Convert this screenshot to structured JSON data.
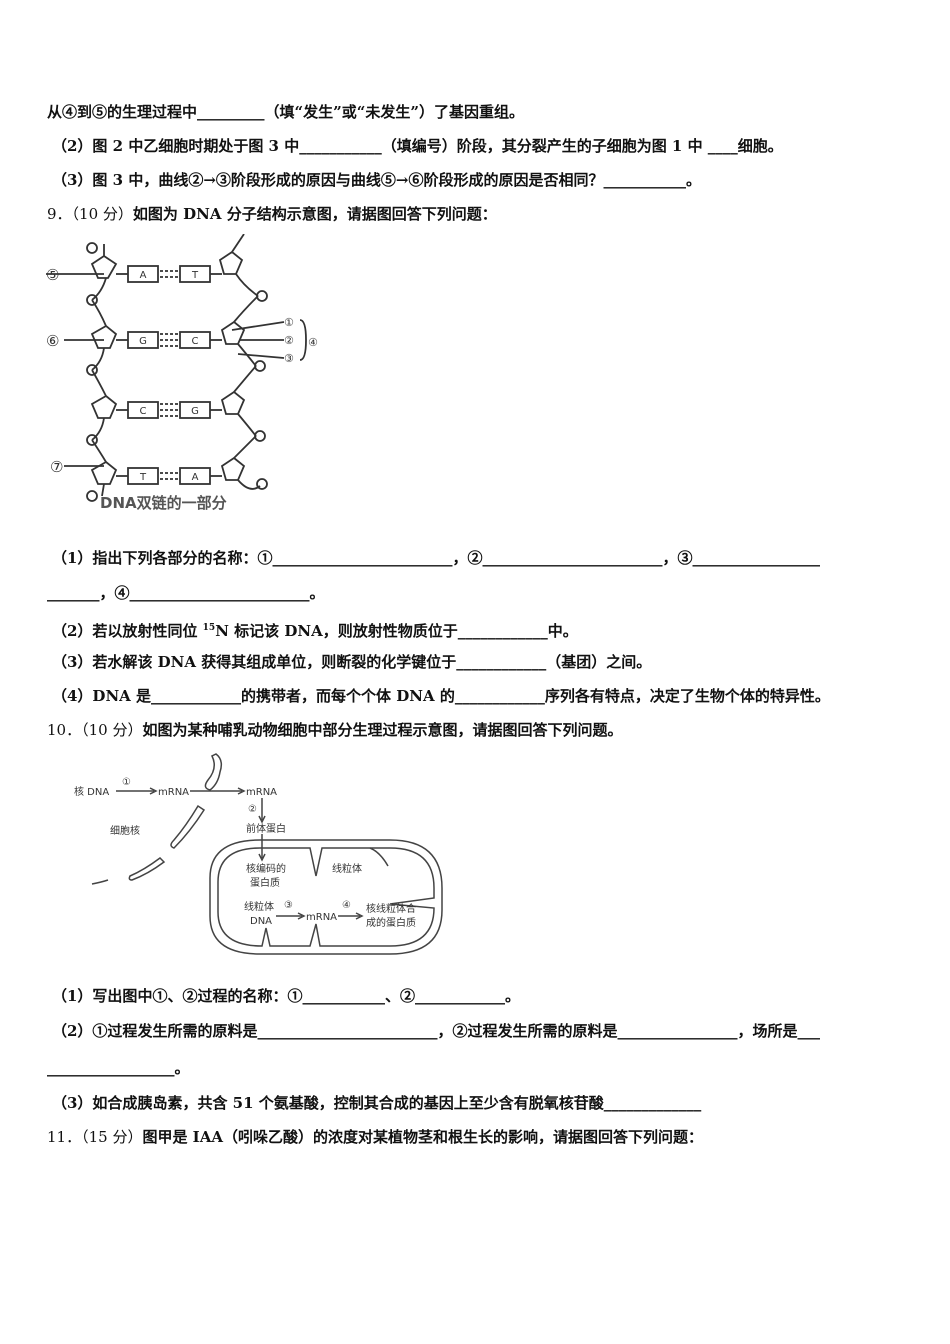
{
  "lines": {
    "l1": "从④到⑤的生理过程中_________（填“发生”或“未发生”）了基因重组。",
    "l2": "（2）图 2 中乙细胞时期处于图 3 中___________（填编号）阶段，其分裂产生的子细胞为图 1 中 ____细胞。",
    "l3": "（3）图 3 中，曲线②→③阶段形成的原因与曲线⑤→⑥阶段形成的原因是否相同？___________。",
    "q9_num": "9．（10 分）",
    "q9_text": "如图为 DNA 分子结构示意图，请据图回答下列问题：",
    "q9_1a": "（1）指出下列各部分的名称：①________________________，②________________________，③_________________",
    "q9_1b": "_______，④________________________。",
    "q9_2a": "（2）若以放射性同位 ",
    "q9_2sup": "15",
    "q9_2b": "N 标记该 DNA，则放射性物质位于____________中。",
    "q9_3": "（3）若水解该 DNA 获得其组成单位，则断裂的化学键位于____________（基团）之间。",
    "q9_4": "（4）DNA 是____________的携带者，而每个个体 DNA 的____________序列各有特点，决定了生物个体的特异性。",
    "q10_num": "10．（10 分）",
    "q10_text": "如图为某种哺乳动物细胞中部分生理过程示意图，请据图回答下列问题。",
    "q10_1": "（1）写出图中①、②过程的名称：①___________、②____________。",
    "q10_2a": "（2）①过程发生所需的原料是________________________，②过程发生所需的原料是________________，场所是___",
    "q10_2b": "_________________。",
    "q10_3": "（3）如合成胰岛素，共含 51 个氨基酸，控制其合成的基因上至少含有脱氧核苷酸_____________",
    "q11_num": "11．（15 分）",
    "q11_text": "图甲是 IAA（吲哚乙酸）的浓度对某植物茎和根生长的影响，请据图回答下列问题："
  },
  "dna_figure": {
    "caption": "DNA双链的一部分",
    "pairs": [
      [
        "A",
        "T"
      ],
      [
        "G",
        "C"
      ],
      [
        "C",
        "G"
      ],
      [
        "T",
        "A"
      ]
    ],
    "left_labels": [
      "⑤",
      "⑥",
      "⑦"
    ],
    "right_labels": [
      "①",
      "②",
      "③",
      "④"
    ]
  },
  "cell_figure": {
    "nuclear_dna": "核 DNA",
    "step1": "①",
    "mrna1": "mRNA",
    "mrna2": "mRNA",
    "step2": "②",
    "precursor": "前体蛋白",
    "nucleus": "细胞核",
    "nuclear_protein_1": "核编码的",
    "nuclear_protein_2": "蛋白质",
    "mito": "线粒体",
    "mito_dna_1": "线粒体",
    "mito_dna_2": "DNA",
    "step3": "③",
    "mrna3": "mRNA",
    "step4": "④",
    "mito_protein_1": "核线粒体合",
    "mito_protein_2": "成的蛋白质"
  }
}
